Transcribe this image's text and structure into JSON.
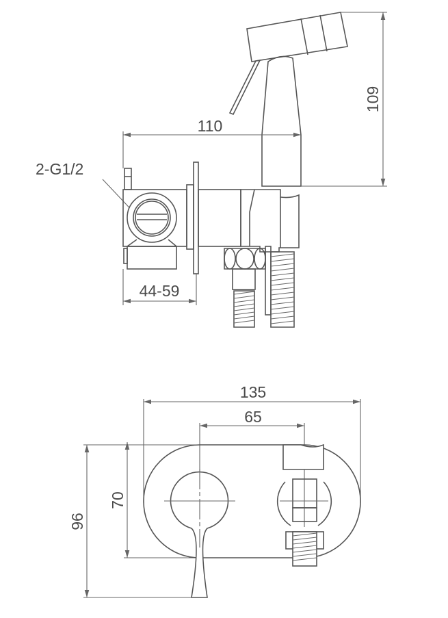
{
  "side_view": {
    "height_label": "109",
    "length_label": "110",
    "thread_label": "2-G1/2",
    "wall_depth_label": "44-59"
  },
  "front_view": {
    "total_width_label": "135",
    "center_distance_label": "65",
    "plate_height_label": "70",
    "total_height_label": "96"
  },
  "colors": {
    "line": "#555555",
    "text": "#4a4a4a"
  }
}
